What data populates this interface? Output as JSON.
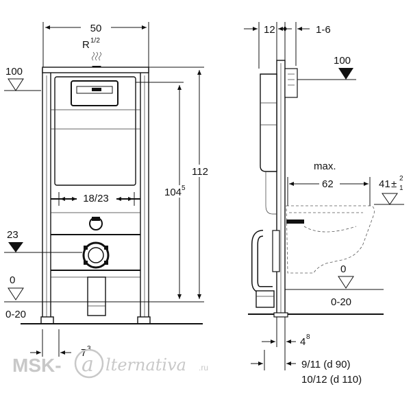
{
  "front_view": {
    "width_label": "50",
    "pipe_label": "R",
    "pipe_fraction": "1/2",
    "level_100": "100",
    "level_23": "23",
    "level_0": "0",
    "floor_range": "0-20",
    "spacing_label": "18/23",
    "height_total": "112",
    "height_frame": "104",
    "height_frame_sup": "5",
    "offset_label": "7",
    "offset_sup": "3"
  },
  "side_view": {
    "depth_label": "12",
    "adjust_label": "1-6",
    "level_100": "100",
    "max_label": "max.",
    "bowl_label": "62",
    "bowl_height": "41",
    "bowl_height_tol": "±",
    "bowl_tol_top": "2",
    "bowl_tol_bottom": "1",
    "level_0": "0",
    "floor_range": "0-20",
    "wall_offset": "4",
    "wall_offset_sup": "8",
    "pipe_90": "9/11 (d 90)",
    "pipe_110": "10/12 (d 110)"
  },
  "watermark": {
    "brand": "MSK-",
    "brand_script": "lternativa",
    "brand_domain": ".ru"
  }
}
